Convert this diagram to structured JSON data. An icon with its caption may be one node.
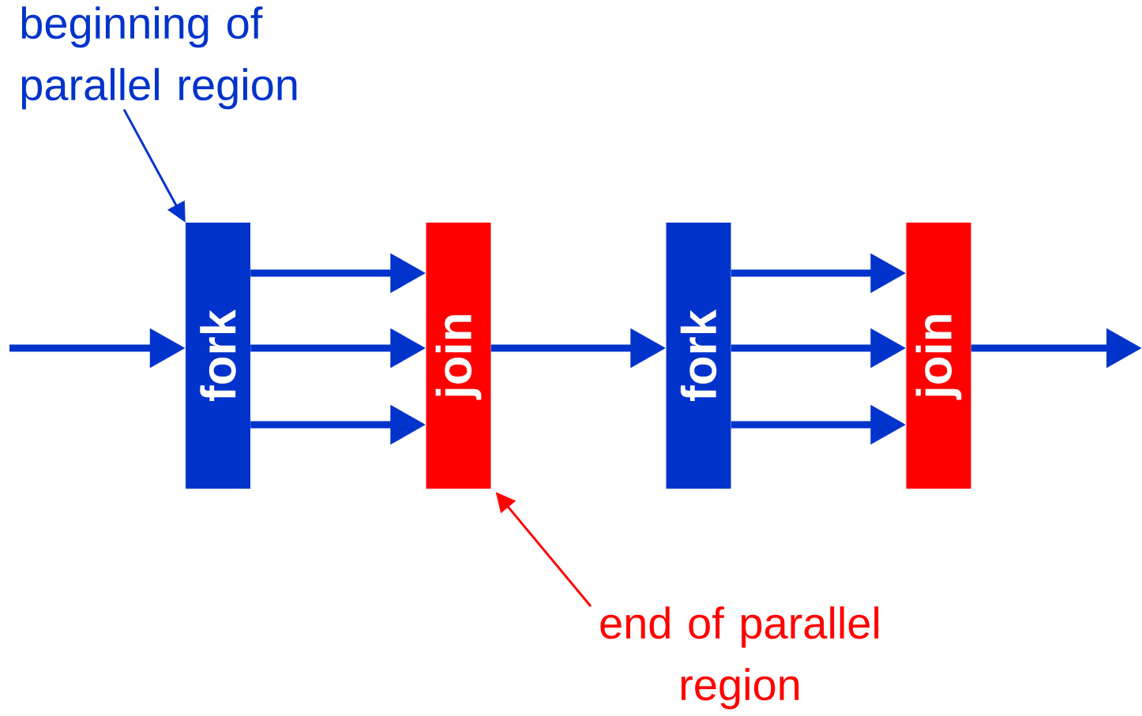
{
  "diagram": {
    "nodes": [
      {
        "text": [
          "beginning of parallel region"
        ]
      },
      {
        "text": [
          "fork"
        ]
      },
      {
        "text": [
          "join"
        ]
      },
      {
        "text": [
          "fork"
        ]
      },
      {
        "text": [
          "join"
        ]
      },
      {
        "text": [
          "end of parallel region"
        ]
      }
    ],
    "edges": [
      {
        "from": null,
        "to": 1,
        "arrow": "to"
      },
      {
        "from": 1,
        "to": 2,
        "arrow": "to"
      },
      {
        "from": 1,
        "to": 2,
        "arrow": "to"
      },
      {
        "from": 1,
        "to": 2,
        "arrow": "to"
      },
      {
        "from": 2,
        "to": 3,
        "arrow": "to"
      },
      {
        "from": 3,
        "to": 4,
        "arrow": "to"
      },
      {
        "from": 3,
        "to": 4,
        "arrow": "to"
      },
      {
        "from": 3,
        "to": 4,
        "arrow": "to"
      },
      {
        "from": 4,
        "to": null,
        "arrow": "to"
      },
      {
        "from": 0,
        "to": 1,
        "arrow": "to"
      },
      {
        "from": 5,
        "to": 2,
        "arrow": "to",
        "color": "#ff0000"
      }
    ]
  }
}
